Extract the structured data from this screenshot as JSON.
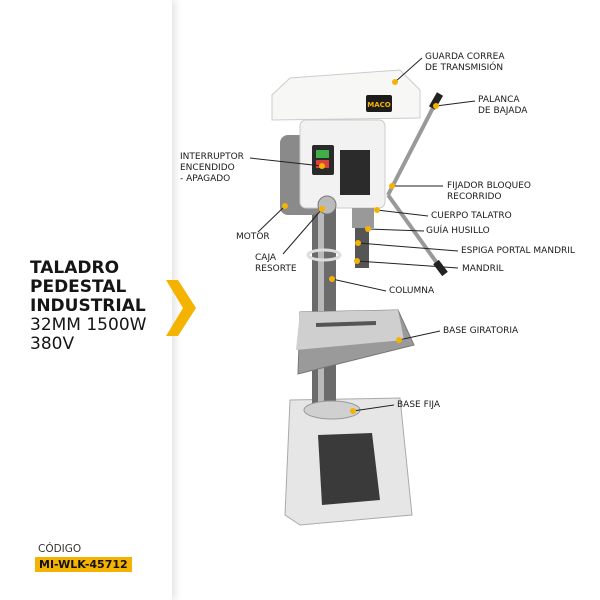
{
  "product": {
    "title_lines": [
      "TALADRO",
      "PEDESTAL",
      "INDUSTRIAL"
    ],
    "spec_lines": [
      "32MM 1500W",
      "380V"
    ],
    "code_label": "CÓDIGO",
    "code_value": "MI-WLK-45712",
    "brand_logo_text": "MACO"
  },
  "callouts": {
    "guarda": [
      "GUARDA CORREA",
      "DE TRANSMISIÓN"
    ],
    "palanca": [
      "PALANCA",
      "DE BAJADA"
    ],
    "interruptor": [
      "INTERRUPTOR",
      "ENCENDIDO",
      "- APAGADO"
    ],
    "fijador": [
      "FIJADOR BLOQUEO",
      "RECORRIDO"
    ],
    "cuerpo": "CUERPO TALATRO",
    "guia": "GUÍA HUSILLO",
    "espiga": "ESPIGA PORTAL MANDRIL",
    "mandril": "MANDRIL",
    "motor": "MOTOR",
    "caja": [
      "CAJA",
      "RESORTE"
    ],
    "columna": "COLUMNA",
    "base_giratoria": "BASE GIRATORIA",
    "base_fija": "BASE FIJA"
  },
  "colors": {
    "accent": "#f5b301",
    "text": "#151515"
  }
}
